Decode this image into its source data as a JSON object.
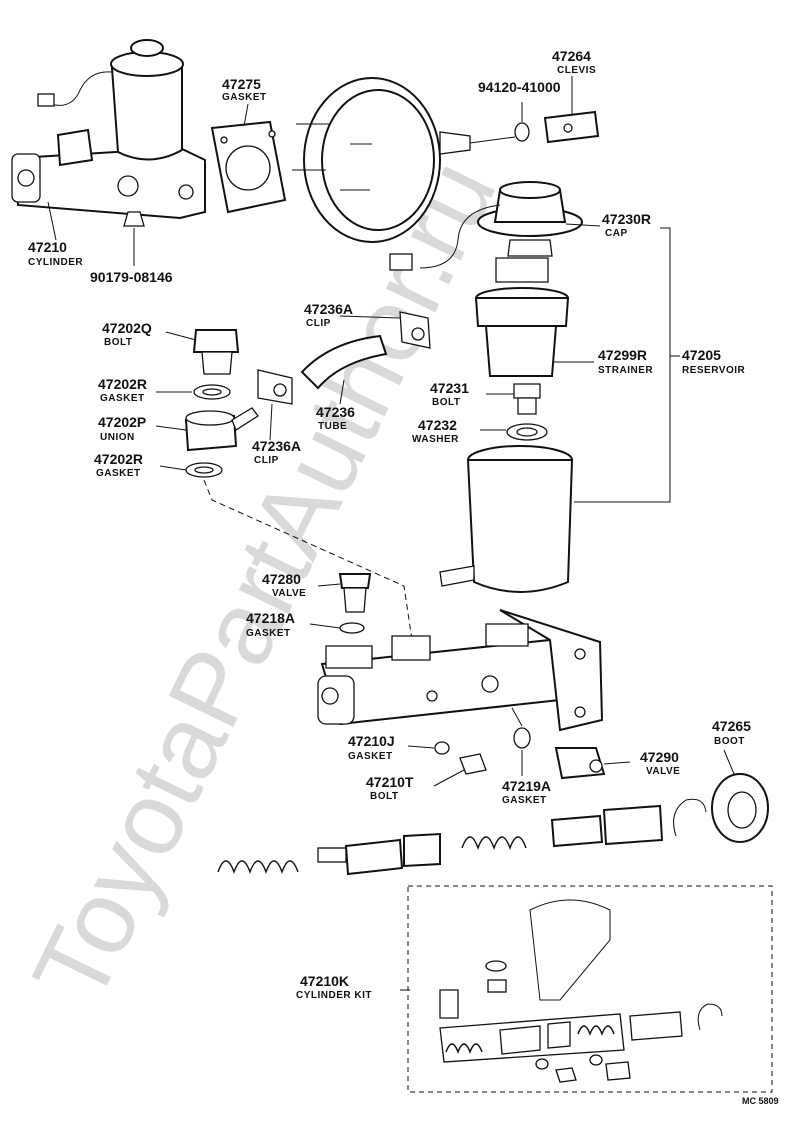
{
  "watermark": "ToyotaPartAuthor.ru",
  "code": "MC 5809",
  "parts": [
    {
      "id": "p47210",
      "number": "47210",
      "name": "CYLINDER"
    },
    {
      "id": "p90179",
      "number": "90179-08146",
      "name": ""
    },
    {
      "id": "p47275",
      "number": "47275",
      "name": "GASKET"
    },
    {
      "id": "p94120",
      "number": "94120-41000",
      "name": ""
    },
    {
      "id": "p47264",
      "number": "47264",
      "name": "CLEVIS"
    },
    {
      "id": "p47230R",
      "number": "47230R",
      "name": "CAP"
    },
    {
      "id": "p47202Q",
      "number": "47202Q",
      "name": "BOLT"
    },
    {
      "id": "p47236A1",
      "number": "47236A",
      "name": "CLIP"
    },
    {
      "id": "p47299R",
      "number": "47299R",
      "name": "STRAINER"
    },
    {
      "id": "p47205",
      "number": "47205",
      "name": "RESERVOIR"
    },
    {
      "id": "p47202R1",
      "number": "47202R",
      "name": "GASKET"
    },
    {
      "id": "p47236",
      "number": "47236",
      "name": "TUBE"
    },
    {
      "id": "p47231",
      "number": "47231",
      "name": "BOLT"
    },
    {
      "id": "p47202P",
      "number": "47202P",
      "name": "UNION"
    },
    {
      "id": "p47236A2",
      "number": "47236A",
      "name": "CLIP"
    },
    {
      "id": "p47232",
      "number": "47232",
      "name": "WASHER"
    },
    {
      "id": "p47202R2",
      "number": "47202R",
      "name": "GASKET"
    },
    {
      "id": "p47280",
      "number": "47280",
      "name": "VALVE"
    },
    {
      "id": "p47218A",
      "number": "47218A",
      "name": "GASKET"
    },
    {
      "id": "p47210J",
      "number": "47210J",
      "name": "GASKET"
    },
    {
      "id": "p47210T",
      "number": "47210T",
      "name": "BOLT"
    },
    {
      "id": "p47219A",
      "number": "47219A",
      "name": "GASKET"
    },
    {
      "id": "p47290",
      "number": "47290",
      "name": "VALVE"
    },
    {
      "id": "p47265",
      "number": "47265",
      "name": "BOOT"
    },
    {
      "id": "p47210K",
      "number": "47210K",
      "name": "CYLINDER KIT"
    }
  ]
}
